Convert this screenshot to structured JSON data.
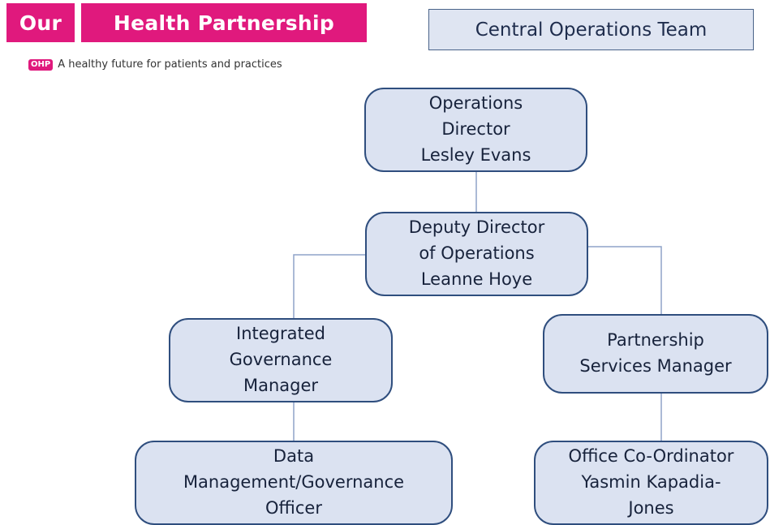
{
  "logo": {
    "word_our": "Our",
    "word_health_partnership": "Health Partnership",
    "badge": "OHP",
    "tagline": "A healthy future for patients and practices"
  },
  "title": "Central Operations Team",
  "nodes": {
    "ops_director": {
      "lines": [
        "Operations",
        "Director",
        "Lesley Evans"
      ]
    },
    "deputy_director": {
      "lines": [
        "Deputy Director",
        "of Operations",
        "Leanne Hoye"
      ]
    },
    "igm": {
      "lines": [
        "Integrated",
        "Governance",
        "Manager"
      ]
    },
    "psm": {
      "lines": [
        "Partnership",
        "Services Manager"
      ]
    },
    "data_officer": {
      "lines": [
        "Data",
        "Management/Governance",
        "Officer"
      ]
    },
    "office_coordinator": {
      "lines": [
        "Office Co-Ordinator",
        "Yasmin Kapadia-",
        "Jones"
      ]
    }
  },
  "colors": {
    "brand_pink": "#e0197d",
    "node_fill": "#dbe2f1",
    "node_border": "#2f4e7e",
    "connector": "#8fa3c8"
  }
}
